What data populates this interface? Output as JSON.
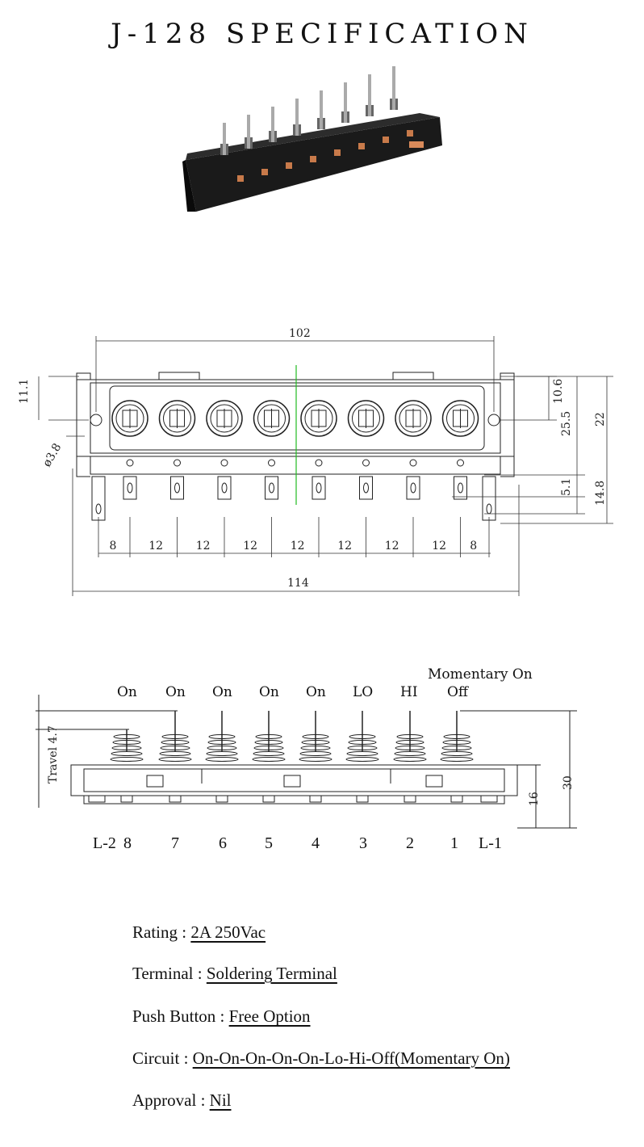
{
  "title": "J-128 SPECIFICATION",
  "front_view": {
    "dims": {
      "width_top": "102",
      "width_bottom": "114",
      "hole_dia": "ø3.8",
      "h_11_1": "11.1",
      "h_10_6": "10.6",
      "h_25_5": "25.5",
      "h_22": "22",
      "h_5_1": "5.1",
      "h_14_8": "14.8",
      "pitch": [
        "8",
        "12",
        "12",
        "12",
        "12",
        "12",
        "12",
        "12",
        "8"
      ]
    }
  },
  "side_view": {
    "switch_states": [
      "On",
      "On",
      "On",
      "On",
      "On",
      "LO",
      "HI",
      "Off"
    ],
    "momentary_label": "Momentary On",
    "travel_label": "Travel 4.7",
    "h_16": "16",
    "h_30": "30",
    "pin_labels": [
      "L-2",
      "8",
      "7",
      "6",
      "5",
      "4",
      "3",
      "2",
      "1",
      "L-1"
    ]
  },
  "specs": [
    {
      "label": "Rating :",
      "value": "2A 250Vac"
    },
    {
      "label": "Terminal :",
      "value": "Soldering Terminal"
    },
    {
      "label": "Push Button :",
      "value": "Free Option"
    },
    {
      "label": "Circuit :",
      "value": "On-On-On-On-On-Lo-Hi-Off(Momentary On)"
    },
    {
      "label": "Approval :",
      "value": "Nil"
    }
  ]
}
